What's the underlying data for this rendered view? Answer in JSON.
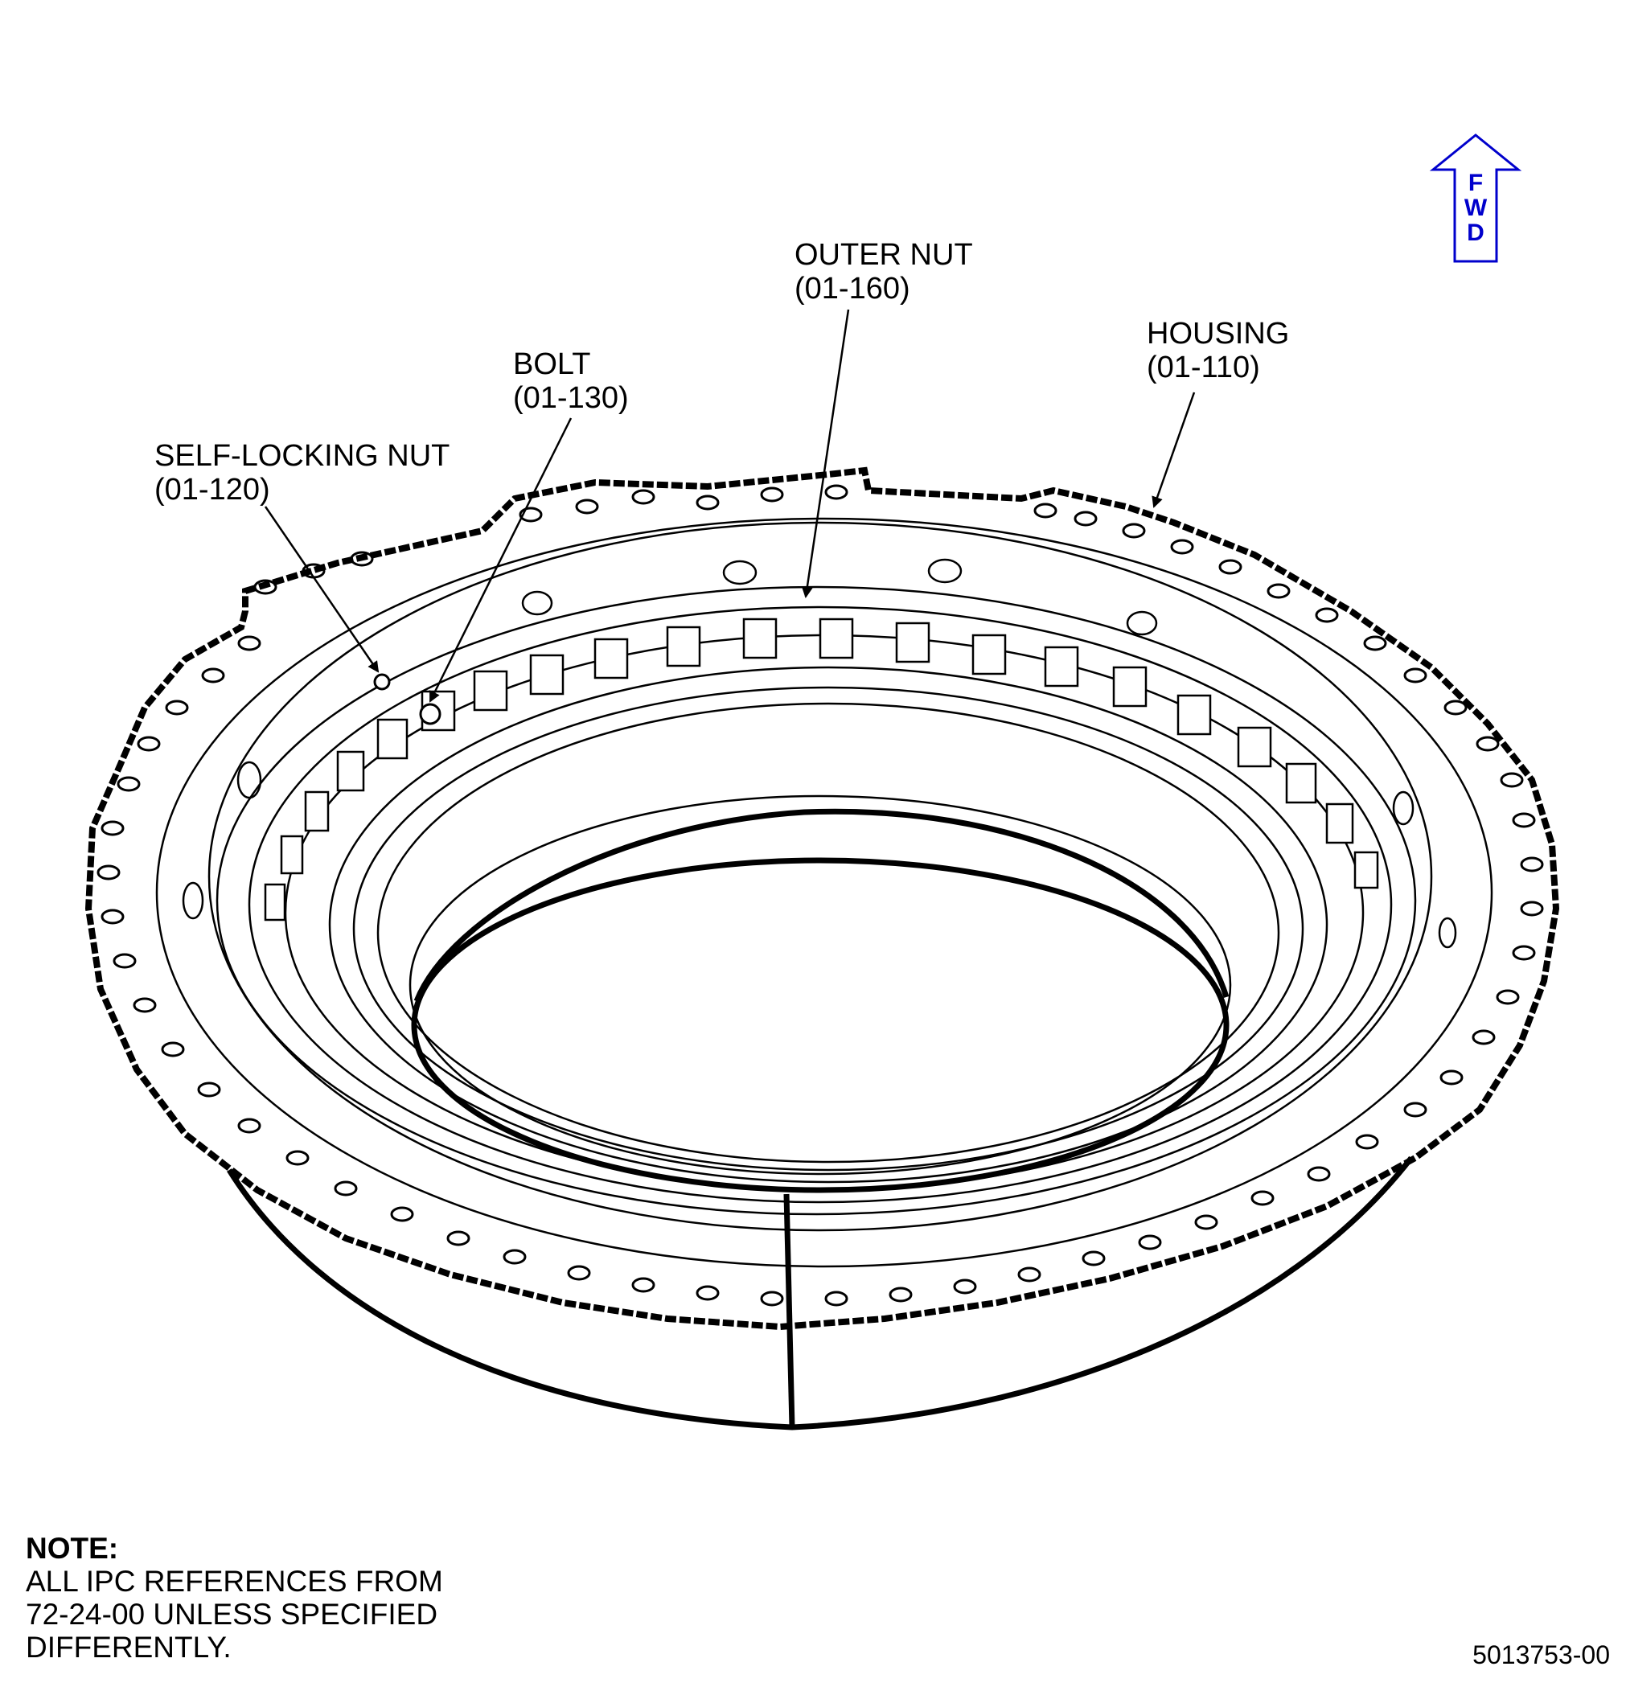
{
  "callouts": {
    "outer_nut": {
      "name": "OUTER NUT",
      "ref": "(01-160)"
    },
    "housing": {
      "name": "HOUSING",
      "ref": "(01-110)"
    },
    "bolt": {
      "name": "BOLT",
      "ref": "(01-130)"
    },
    "self_locking_nut": {
      "name": "SELF-LOCKING NUT",
      "ref": "(01-120)"
    }
  },
  "fwd_arrow": {
    "letters": [
      "F",
      "W",
      "D"
    ],
    "color": "#0000cc"
  },
  "note": {
    "heading": "NOTE:",
    "lines": [
      "ALL IPC REFERENCES FROM",
      "72-24-00 UNLESS SPECIFIED",
      "DIFFERENTLY."
    ]
  },
  "figure_number": "5013753-00"
}
